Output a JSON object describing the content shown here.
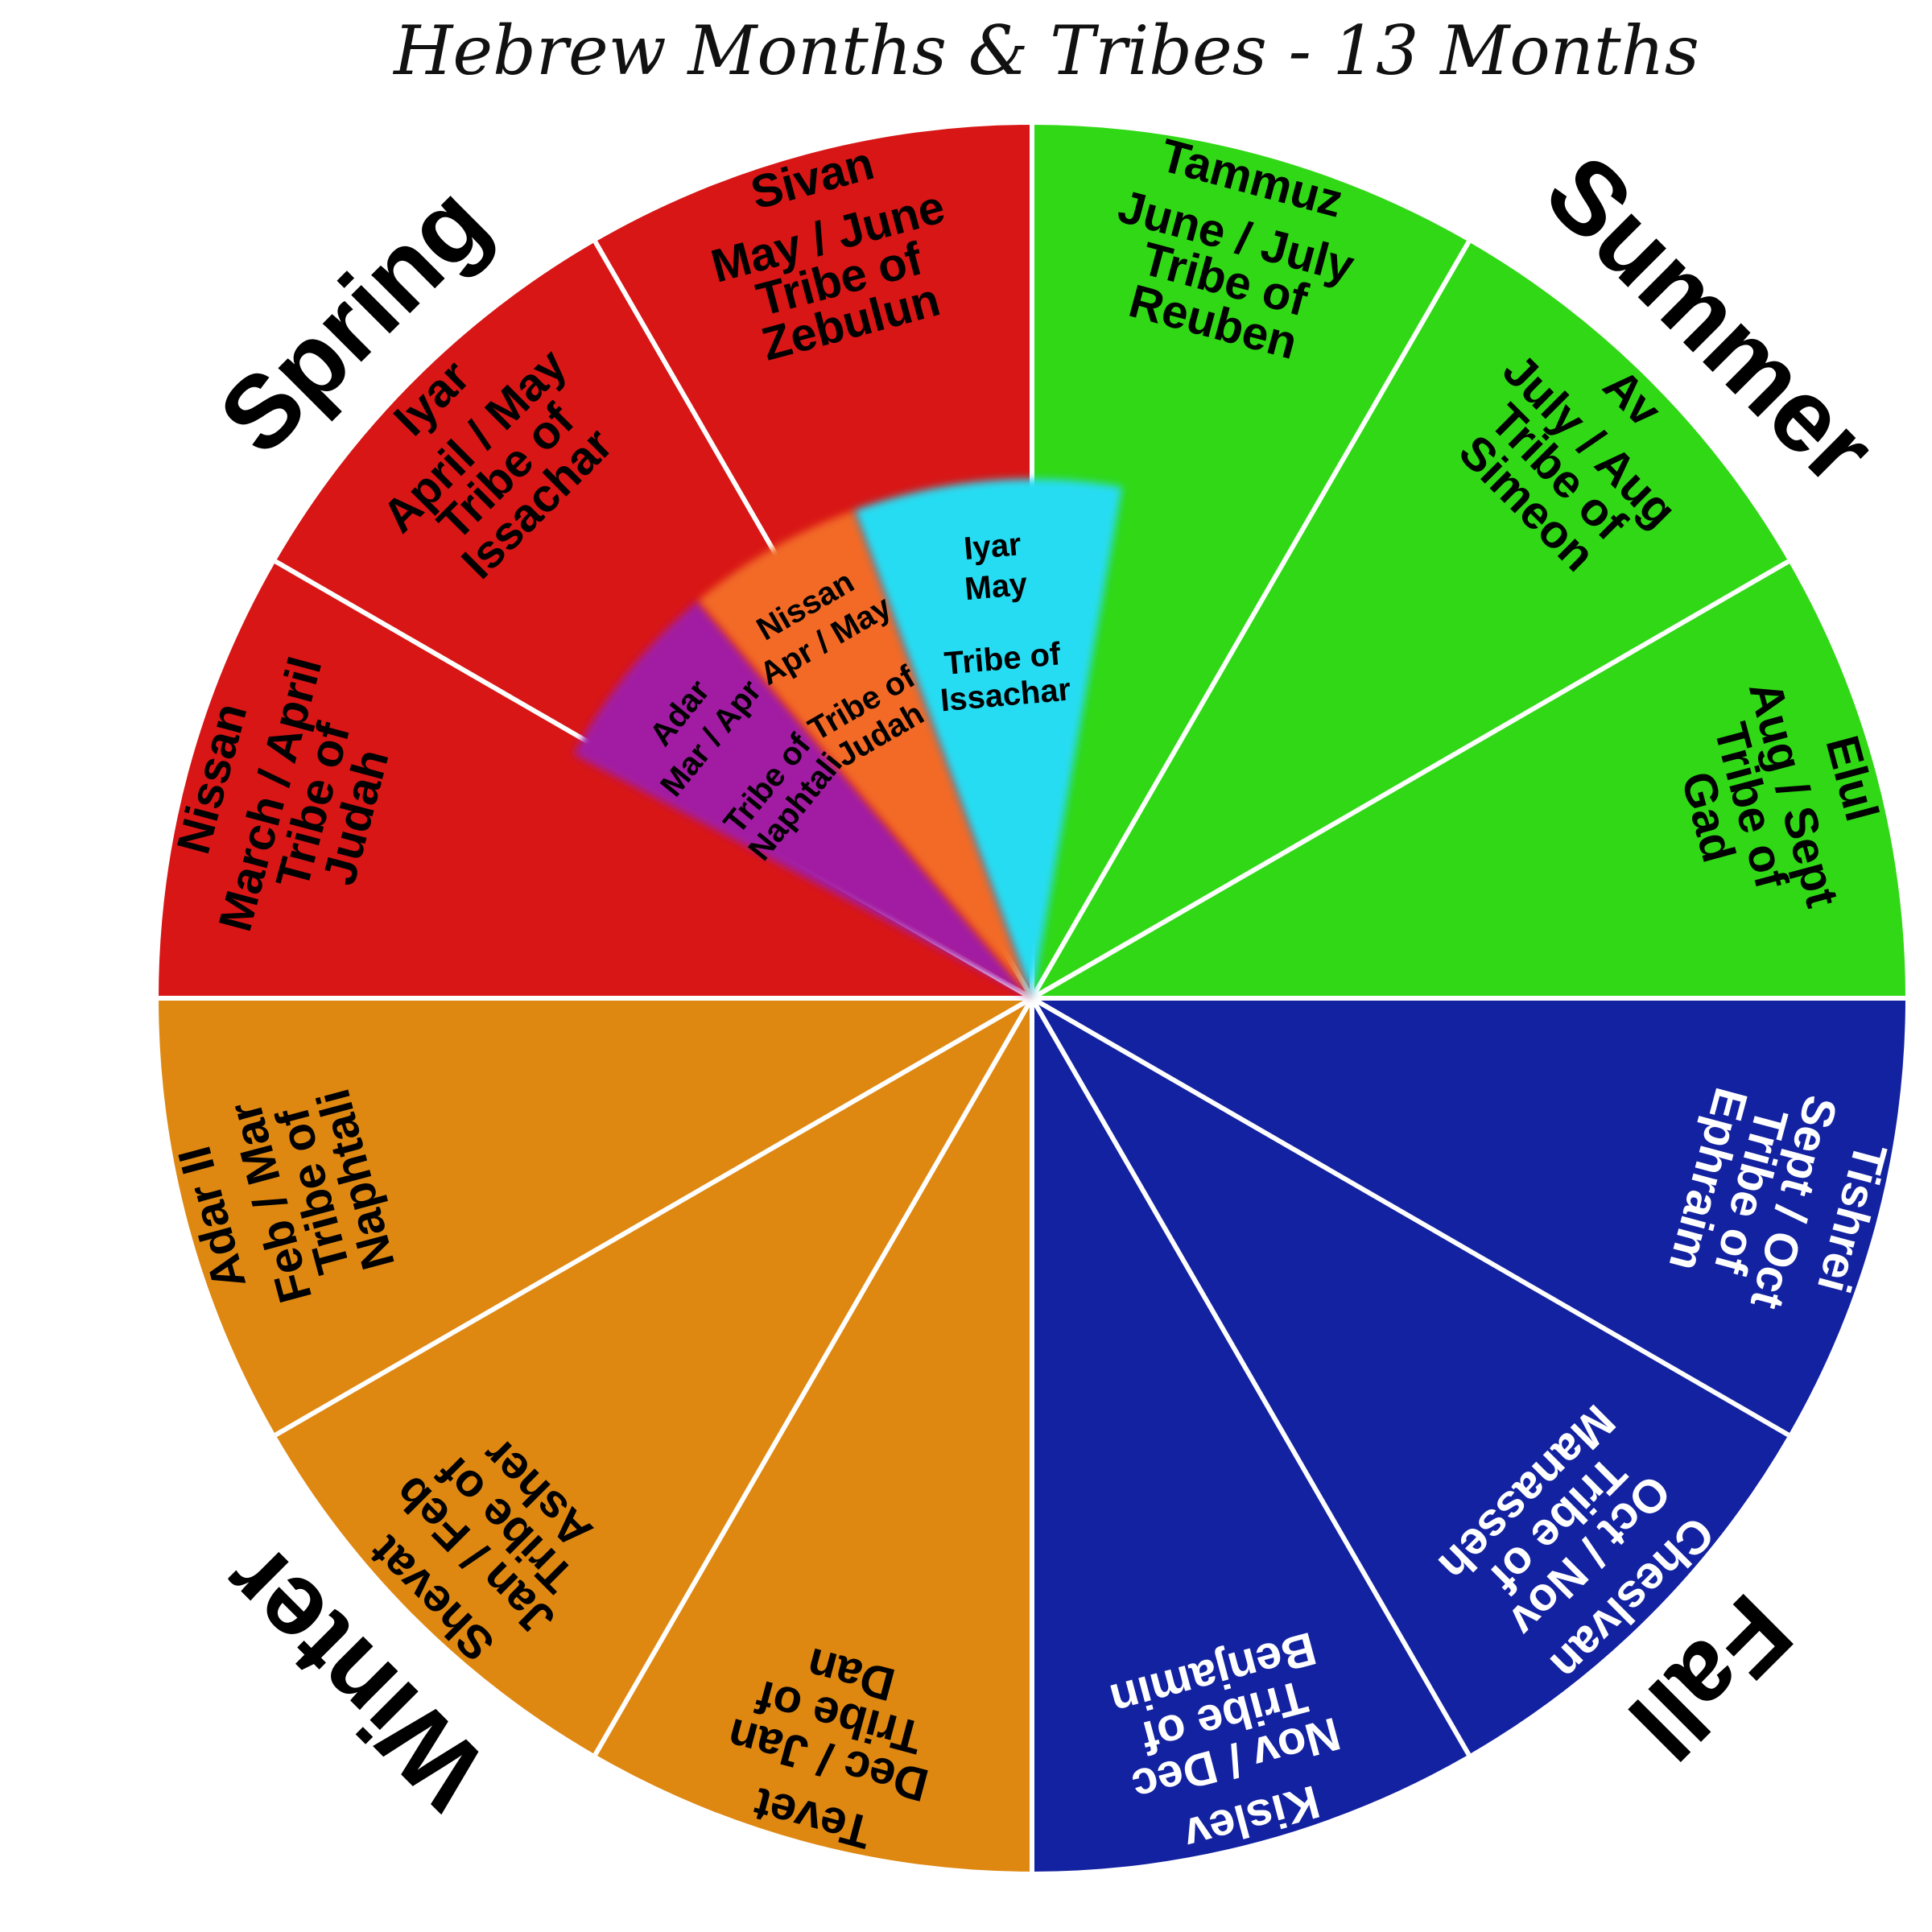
{
  "title": "Hebrew Months & Tribes - 13 Months",
  "seasons": [
    {
      "label": "Spring"
    },
    {
      "label": "Summer"
    },
    {
      "label": "Fall"
    },
    {
      "label": "Winter"
    }
  ],
  "colors": {
    "spring": "#d81616",
    "summer": "#31d816",
    "fall": "#1322a0",
    "winter": "#de8812",
    "inner_cyan": "#25dcf2",
    "inner_orange": "#f26b26",
    "inner_purple": "#a21aa3"
  },
  "outer_segments": [
    {
      "name": "sivan",
      "month": "Sivan",
      "dates": "May / June",
      "tribe1": "Tribe of",
      "tribe2": "Zebulun",
      "season": "spring",
      "text_color": "#000000"
    },
    {
      "name": "tammuz",
      "month": "Tammuz",
      "dates": "June / July",
      "tribe1": "Tribe of",
      "tribe2": "Reuben",
      "season": "summer",
      "text_color": "#000000"
    },
    {
      "name": "av",
      "month": "Av",
      "dates": "July / Aug",
      "tribe1": "Tribe of",
      "tribe2": "Simeon",
      "season": "summer",
      "text_color": "#000000"
    },
    {
      "name": "elul",
      "month": "Elul",
      "dates": "Aug / Sept",
      "tribe1": "Tribe of",
      "tribe2": "Gad",
      "season": "summer",
      "text_color": "#000000"
    },
    {
      "name": "tishrei",
      "month": "Tishrei",
      "dates": "Sept / Oct",
      "tribe1": "Tribe of",
      "tribe2": "Ephraim",
      "season": "fall",
      "text_color": "#ffffff"
    },
    {
      "name": "cheshvan",
      "month": "Cheslvan",
      "dates": "Oct / Nov",
      "tribe1": "Tribe of",
      "tribe2": "Manasseh",
      "season": "fall",
      "text_color": "#ffffff"
    },
    {
      "name": "kislev",
      "month": "Kislev",
      "dates": "Nov / Dec",
      "tribe1": "Tribe of",
      "tribe2": "Benjamin",
      "season": "fall",
      "text_color": "#ffffff"
    },
    {
      "name": "tevet",
      "month": "Tevet",
      "dates": "Dec / Jan",
      "tribe1": "Tribe of",
      "tribe2": "Dan",
      "season": "winter",
      "text_color": "#000000"
    },
    {
      "name": "shevat",
      "month": "Shevat",
      "dates": "Jan / Feb",
      "tribe1": "Tribe of",
      "tribe2": "Asher",
      "season": "winter",
      "text_color": "#000000"
    },
    {
      "name": "adar-ii",
      "month": "Adar II",
      "dates": "Feb / Mar",
      "tribe1": "Tribe of",
      "tribe2": "Naphtali",
      "season": "winter",
      "text_color": "#000000"
    },
    {
      "name": "nissan",
      "month": "Nissan",
      "dates": "March / April",
      "tribe1": "Tribe of",
      "tribe2": "Judah",
      "season": "spring",
      "text_color": "#000000"
    },
    {
      "name": "iyar",
      "month": "Iyar",
      "dates": "April / May",
      "tribe1": "Tribe of",
      "tribe2": "Issachar",
      "season": "spring",
      "text_color": "#000000"
    }
  ],
  "inner_segments": [
    {
      "name": "inner-iyar",
      "month": "Iyar",
      "dates": "May",
      "tribe1": "Tribe of",
      "tribe2": "Issachar",
      "color_key": "inner_cyan"
    },
    {
      "name": "inner-nissan",
      "month": "Nissan",
      "dates": "Apr / May",
      "tribe1": "Tribe of",
      "tribe2": "Judah",
      "color_key": "inner_orange"
    },
    {
      "name": "inner-adar",
      "month": "Adar",
      "dates": "Mar / Apr",
      "tribe1": "Tribe of",
      "tribe2": "Naphtali",
      "color_key": "inner_purple"
    }
  ]
}
